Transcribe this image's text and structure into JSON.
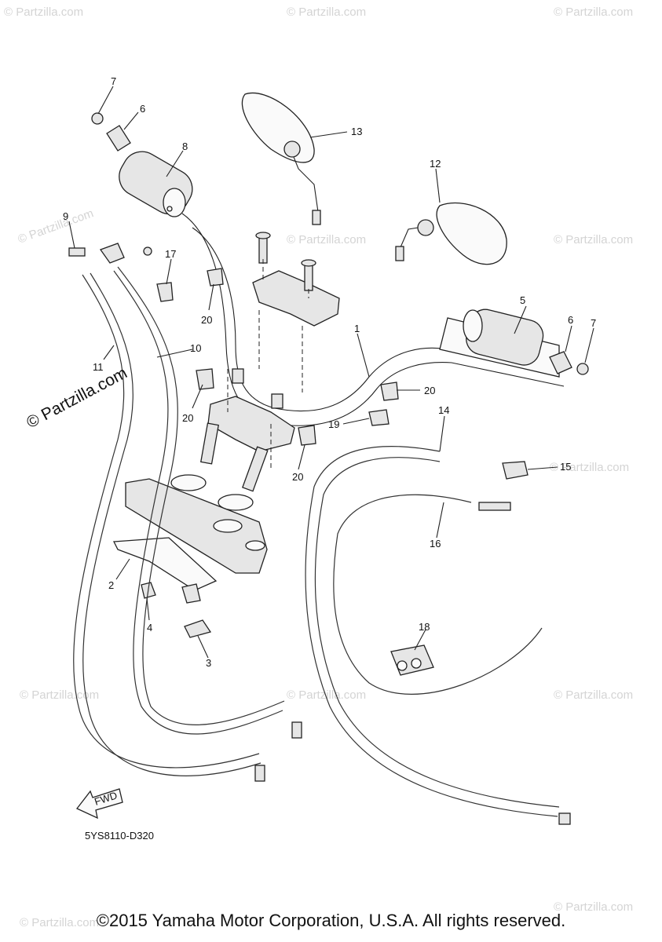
{
  "diagram": {
    "code": "5YS8110-D320",
    "copyright": "©2015 Yamaha Motor Corporation, U.S.A. All rights reserved.",
    "watermark": "© Partzilla.com",
    "fwd_label": "FWD",
    "callouts": [
      {
        "id": "c1",
        "label": "1"
      },
      {
        "id": "c2",
        "label": "2"
      },
      {
        "id": "c3",
        "label": "3"
      },
      {
        "id": "c4",
        "label": "4"
      },
      {
        "id": "c5",
        "label": "5"
      },
      {
        "id": "c6a",
        "label": "6"
      },
      {
        "id": "c6b",
        "label": "6"
      },
      {
        "id": "c7a",
        "label": "7"
      },
      {
        "id": "c7b",
        "label": "7"
      },
      {
        "id": "c8",
        "label": "8"
      },
      {
        "id": "c9",
        "label": "9"
      },
      {
        "id": "c10",
        "label": "10"
      },
      {
        "id": "c11",
        "label": "11"
      },
      {
        "id": "c12",
        "label": "12"
      },
      {
        "id": "c13",
        "label": "13"
      },
      {
        "id": "c14",
        "label": "14"
      },
      {
        "id": "c15",
        "label": "15"
      },
      {
        "id": "c16",
        "label": "16"
      },
      {
        "id": "c17",
        "label": "17"
      },
      {
        "id": "c18",
        "label": "18"
      },
      {
        "id": "c19",
        "label": "19"
      },
      {
        "id": "c20a",
        "label": "20"
      },
      {
        "id": "c20b",
        "label": "20"
      },
      {
        "id": "c20c",
        "label": "20"
      },
      {
        "id": "c20d",
        "label": "20"
      }
    ]
  }
}
